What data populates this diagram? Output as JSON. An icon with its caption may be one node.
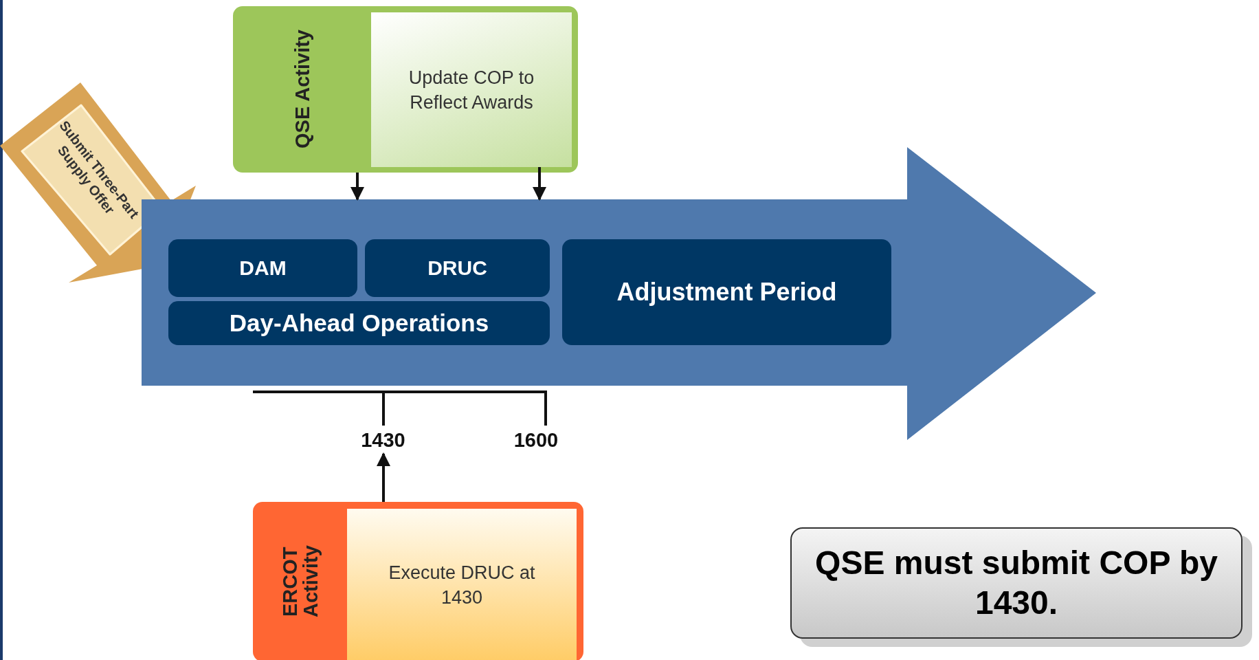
{
  "diagram": {
    "nodes": [
      {
        "text": [
          "QSE Activity"
        ]
      },
      {
        "text": [
          "Update COP to Reflect Awards"
        ],
        "in": 0
      },
      {
        "text": [
          "Submit Three-Part Supply Offer"
        ]
      },
      {
        "text": [],
        "shape": "arrow"
      },
      {
        "text": [
          "DAM"
        ],
        "in": 3
      },
      {
        "text": [
          "DRUC"
        ],
        "in": 3
      },
      {
        "text": [
          "Day-Ahead Operations"
        ],
        "in": 3
      },
      {
        "text": [
          "Adjustment Period"
        ],
        "in": 3
      },
      {
        "text": [
          "1430"
        ]
      },
      {
        "text": [
          "ERCOT Activity"
        ]
      },
      {
        "text": [
          "Execute DRUC at 1430"
        ],
        "in": 9
      },
      {
        "text": [
          "QSE must submit COP by 1430."
        ]
      }
    ],
    "edges": [
      {
        "from": 0,
        "to": 3,
        "arrow": "to"
      },
      {
        "from": 1,
        "to": 3,
        "arrow": "to"
      },
      {
        "from": 9,
        "to": 8,
        "arrow": "to"
      }
    ],
    "labels": [
      "1600"
    ]
  }
}
